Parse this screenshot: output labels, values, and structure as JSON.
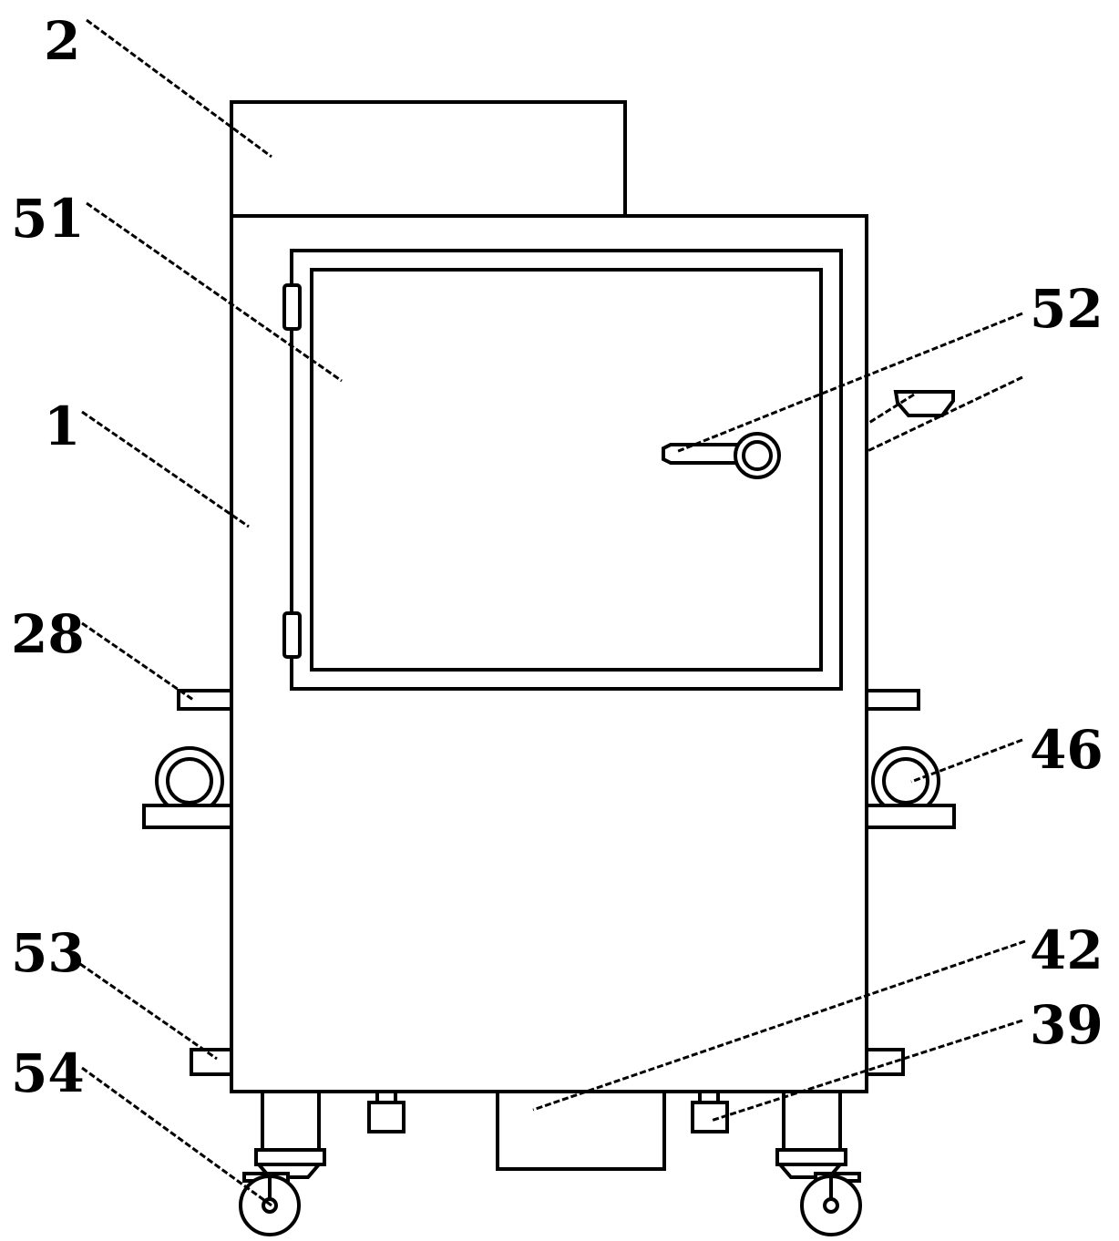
{
  "labels": {
    "l2": "2",
    "l51": "51",
    "l52": "52",
    "l1": "1",
    "l28": "28",
    "l46": "46",
    "l53": "53",
    "l42": "42",
    "l39": "39",
    "l54": "54"
  },
  "colors": {
    "line": "#000000",
    "background": "#ffffff"
  }
}
